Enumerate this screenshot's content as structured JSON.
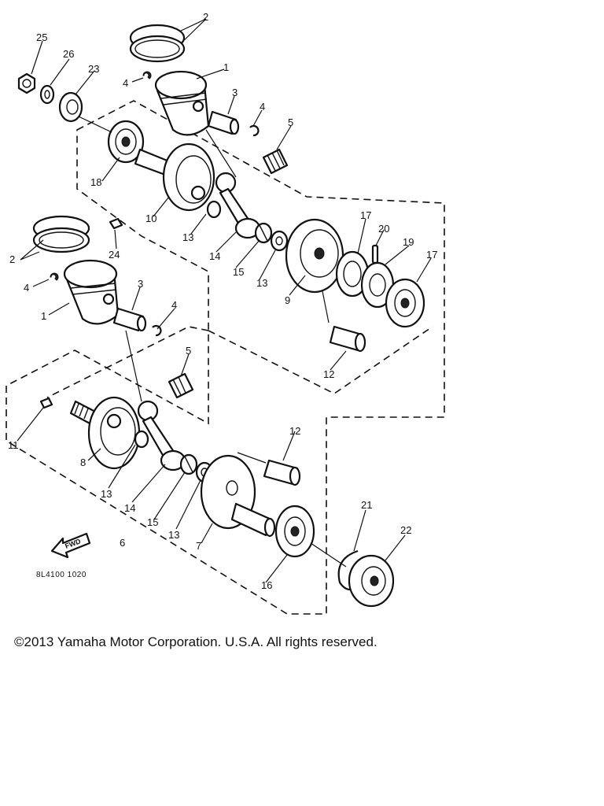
{
  "diagram": {
    "reference_code": "8L4100 1020",
    "fwd_label": "FWD",
    "callouts": [
      {
        "id": "c2a",
        "label": "2"
      },
      {
        "id": "c25",
        "label": "25"
      },
      {
        "id": "c26",
        "label": "26"
      },
      {
        "id": "c23",
        "label": "23"
      },
      {
        "id": "c4a",
        "label": "4"
      },
      {
        "id": "c1a",
        "label": "1"
      },
      {
        "id": "c3a",
        "label": "3"
      },
      {
        "id": "c4b",
        "label": "4"
      },
      {
        "id": "c5a",
        "label": "5"
      },
      {
        "id": "c18",
        "label": "18"
      },
      {
        "id": "c10",
        "label": "10"
      },
      {
        "id": "c13a",
        "label": "13"
      },
      {
        "id": "c14a",
        "label": "14"
      },
      {
        "id": "c15a",
        "label": "15"
      },
      {
        "id": "c13b",
        "label": "13"
      },
      {
        "id": "c24",
        "label": "24"
      },
      {
        "id": "c9",
        "label": "9"
      },
      {
        "id": "c17a",
        "label": "17"
      },
      {
        "id": "c20",
        "label": "20"
      },
      {
        "id": "c19",
        "label": "19"
      },
      {
        "id": "c17b",
        "label": "17"
      },
      {
        "id": "c12a",
        "label": "12"
      },
      {
        "id": "c2b",
        "label": "2"
      },
      {
        "id": "c4c",
        "label": "4"
      },
      {
        "id": "c1b",
        "label": "1"
      },
      {
        "id": "c3b",
        "label": "3"
      },
      {
        "id": "c4d",
        "label": "4"
      },
      {
        "id": "c5b",
        "label": "5"
      },
      {
        "id": "c11",
        "label": "11"
      },
      {
        "id": "c12b",
        "label": "12"
      },
      {
        "id": "c8",
        "label": "8"
      },
      {
        "id": "c13c",
        "label": "13"
      },
      {
        "id": "c14b",
        "label": "14"
      },
      {
        "id": "c15b",
        "label": "15"
      },
      {
        "id": "c13d",
        "label": "13"
      },
      {
        "id": "c7",
        "label": "7"
      },
      {
        "id": "c6",
        "label": "6"
      },
      {
        "id": "c16",
        "label": "16"
      },
      {
        "id": "c21",
        "label": "21"
      },
      {
        "id": "c22",
        "label": "22"
      }
    ]
  },
  "footer": {
    "copyright": "©2013 Yamaha Motor Corporation. U.S.A. All rights reserved."
  }
}
